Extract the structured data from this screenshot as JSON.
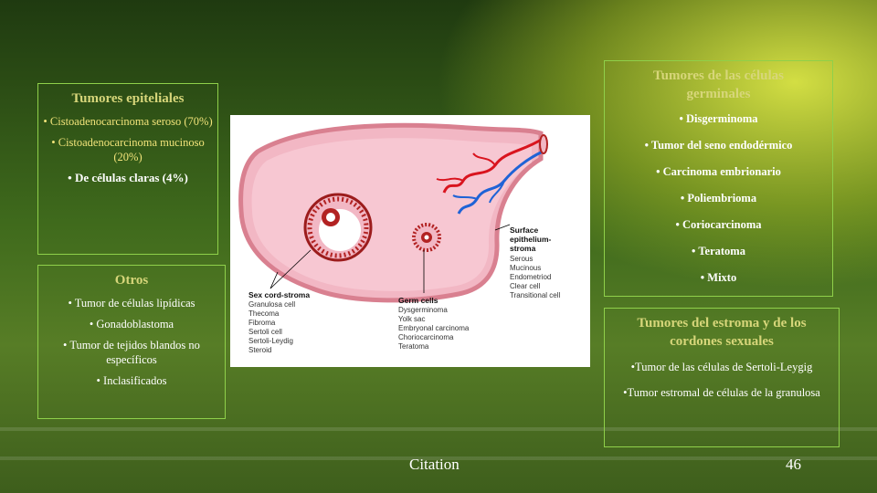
{
  "epithelial": {
    "title": "Tumores epiteliales",
    "items": [
      "Cistoadenocarcinoma seroso (70%)",
      "Cistoadenocarcinoma mucinoso (20%)",
      "De células claras (4%)"
    ]
  },
  "others": {
    "title": "Otros",
    "items": [
      "Tumor de células lipídicas",
      "Gonadoblastoma",
      "Tumor de tejidos blandos no específicos",
      "Inclasificados"
    ]
  },
  "germinal": {
    "title": "Tumores de las células germinales",
    "items": [
      "Disgerminoma",
      "Tumor del seno endodérmico",
      "Carcinoma embrionario",
      "Poliembrioma",
      "Coriocarcinoma",
      "Teratoma",
      "Mixto"
    ]
  },
  "stroma": {
    "title": "Tumores del estroma y de los cordones sexuales",
    "items": [
      "•Tumor de las células de Sertoli-Leygig",
      "•Tumor estromal de células de la granulosa"
    ]
  },
  "figure": {
    "surface_title": [
      "Surface",
      "epithelium-",
      "stroma"
    ],
    "surface_items": [
      "Serous",
      "Mucinous",
      "Endometriod",
      "Clear cell",
      "Transitional cell"
    ],
    "sexcord_title": "Sex cord-stroma",
    "sexcord_items": [
      "Granulosa cell",
      "Thecoma",
      "Fibroma",
      "Sertoli cell",
      "Sertoli-Leydig",
      "Steroid"
    ],
    "germ_title": "Germ cells",
    "germ_items": [
      "Dysgerminoma",
      "Yolk sac",
      "Embryonal carcinoma",
      "Choriocarcinoma",
      "Teratoma"
    ]
  },
  "footer": {
    "citation": "Citation",
    "page": "46"
  }
}
